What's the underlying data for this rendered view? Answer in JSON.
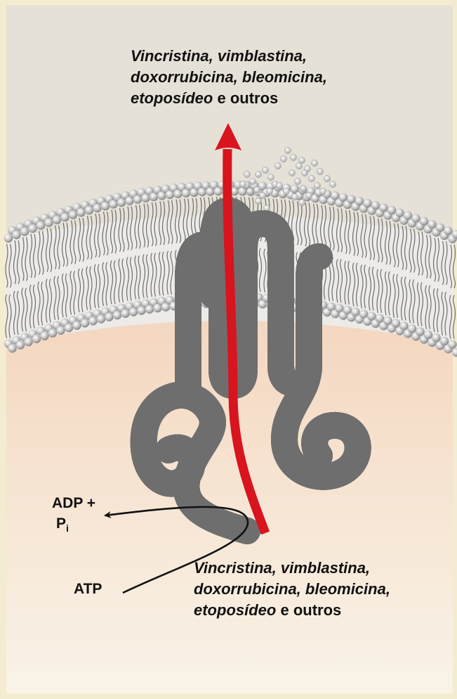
{
  "top_drugs": {
    "line1": "Vincristina, vimblastina,",
    "line2": "doxorrubicina, bleomicina,",
    "line3_italic": "etoposídeo",
    "line3_plain": "e outros"
  },
  "bottom_drugs": {
    "line1": "Vincristina, vimblastina,",
    "line2": "doxorrubicina, bleomicina,",
    "line3_italic": "etoposídeo",
    "line3_plain": "e outros"
  },
  "reagents": {
    "adp": "ADP +",
    "pi_base": "P",
    "pi_sub": "i",
    "atp": "ATP"
  },
  "colors": {
    "page_frame": "#f3ecd0",
    "extracellular": "#e6e1d6",
    "intracellular_top": "#f3d4bd",
    "intracellular_bottom": "#f8f1e6",
    "arrow_red": "#d8141e",
    "protein_gray": "#a8a8a8"
  }
}
